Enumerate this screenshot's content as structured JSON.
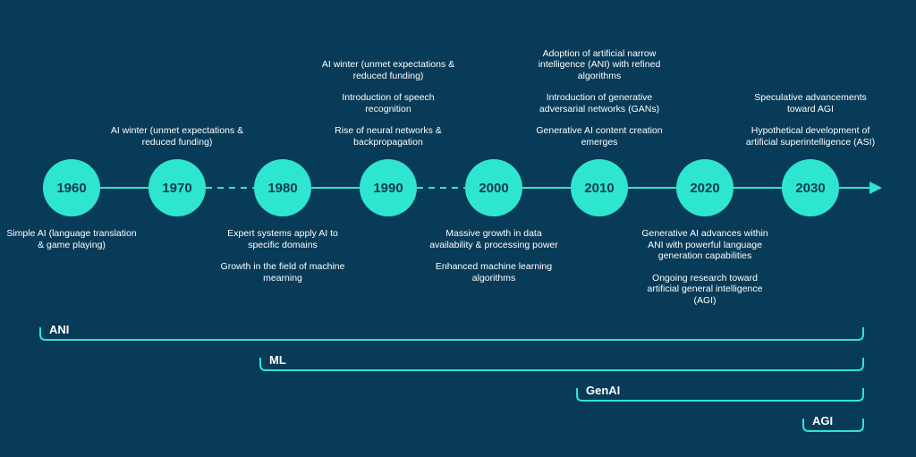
{
  "accent_color": "#2ee6cf",
  "background_color": "#073b58",
  "timeline": {
    "years": [
      "1960",
      "1970",
      "1980",
      "1990",
      "2000",
      "2010",
      "2020",
      "2030"
    ],
    "connectors": [
      "solid",
      "dashed",
      "solid",
      "dashed",
      "solid",
      "solid",
      "solid"
    ],
    "events_above": [
      [],
      [
        "AI winter (unmet expectations & reduced funding)"
      ],
      [],
      [
        "AI winter (unmet expectations & reduced funding)",
        "Introduction of speech recognition",
        "Rise of neural networks & backpropagation"
      ],
      [],
      [
        "Adoption of artificial narrow intelligence (ANI) with refined algorithms",
        "Introduction of generative adversarial networks (GANs)",
        "Generative AI content creation emerges"
      ],
      [],
      [
        "Speculative advancements toward AGI",
        "Hypothetical development of artificial superintelligence (ASI)"
      ]
    ],
    "events_below": [
      [
        "Simple AI (language translation & game playing)"
      ],
      [],
      [
        "Expert systems apply AI to specific domains",
        "Growth in the field of machine mearning"
      ],
      [],
      [
        "Massive growth in data availability & processing power",
        "Enhanced machine learning algorithms"
      ],
      [],
      [
        "Generative AI advances within ANI with powerful language generation capabilities",
        "Ongoing research toward artificial general intelligence (AGI)"
      ],
      []
    ]
  },
  "eras": [
    {
      "label": "ANI",
      "start": "1960",
      "end": "2030"
    },
    {
      "label": "ML",
      "start": "1980",
      "end": "2030"
    },
    {
      "label": "GenAI",
      "start": "2010",
      "end": "2030"
    },
    {
      "label": "AGI",
      "start": "2030",
      "end": "2030"
    }
  ]
}
